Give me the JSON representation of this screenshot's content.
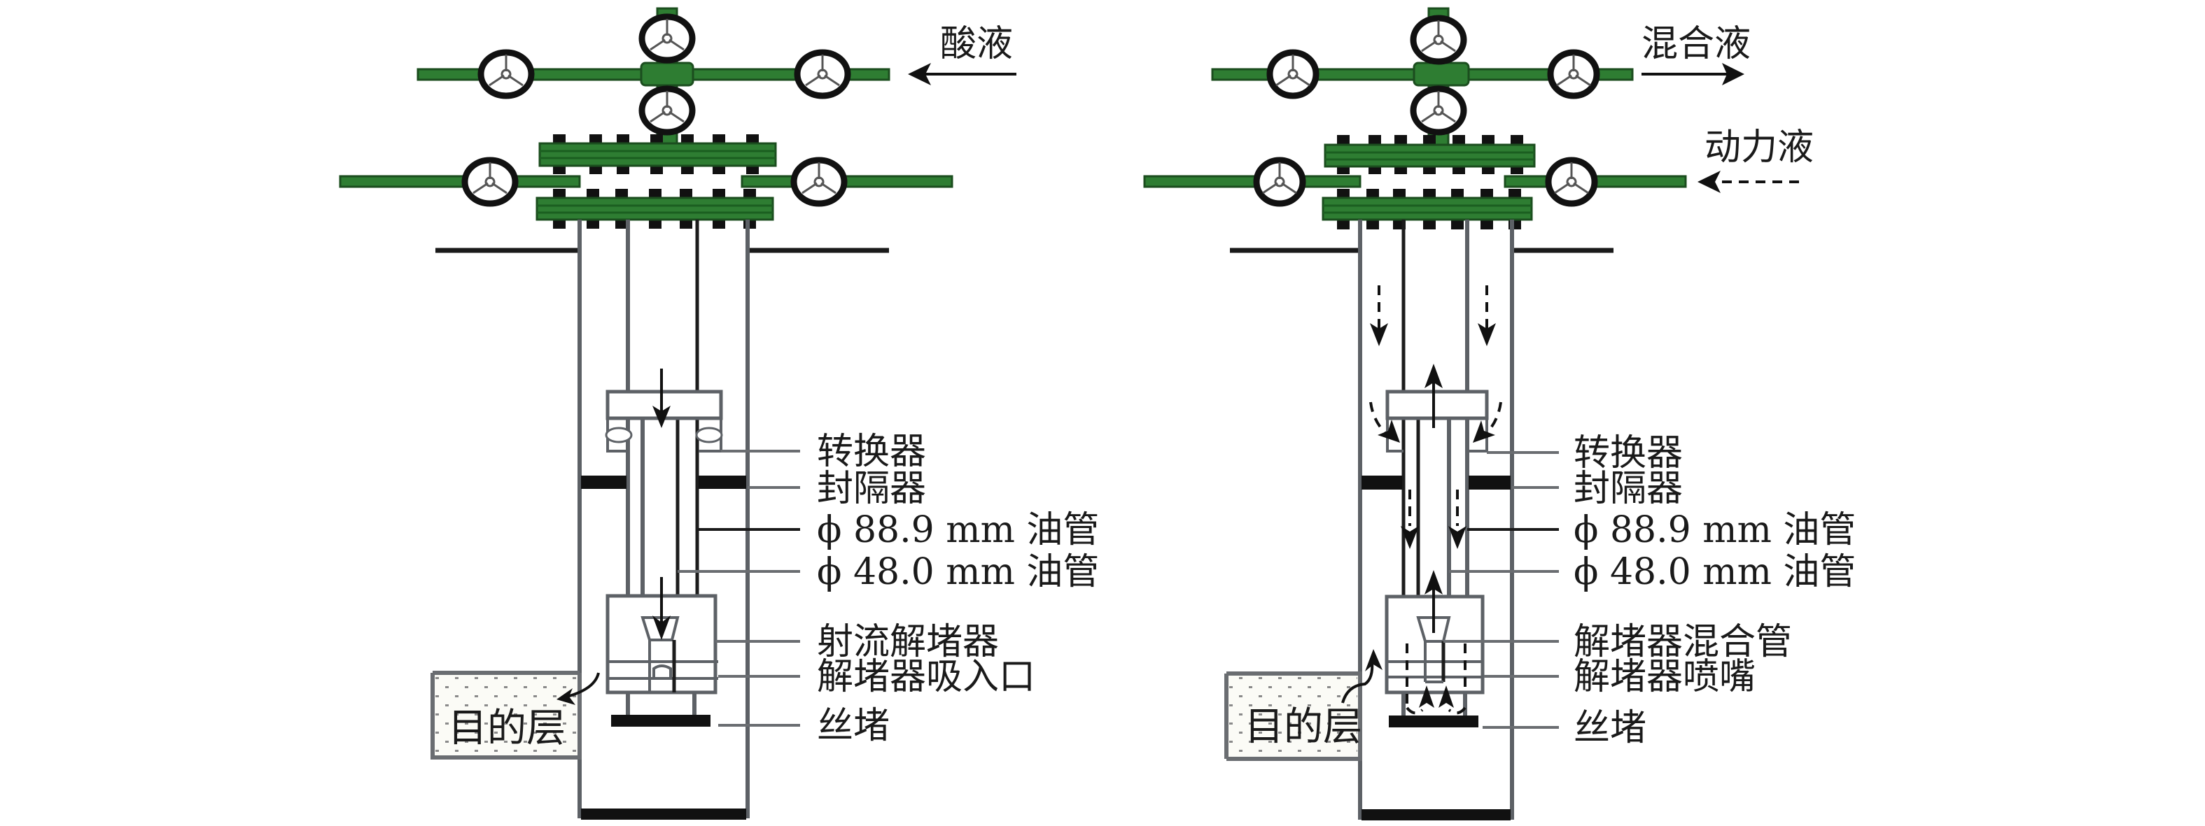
{
  "figure": {
    "left_panel": {
      "name": "acid injection process",
      "inlet_label": "酸液",
      "inlet_arrow": "solid, pointing left (into wellhead)",
      "target_zone_label": "目的层",
      "labels": [
        {
          "key": "converter",
          "text": "转换器"
        },
        {
          "key": "packer",
          "text": "封隔器"
        },
        {
          "key": "tubing_outer",
          "text": "ϕ 88.9 mm 油管"
        },
        {
          "key": "tubing_inner",
          "text": "ϕ 48.0 mm 油管"
        },
        {
          "key": "jet_pump",
          "text": "射流解堵器"
        },
        {
          "key": "suction_inlet",
          "text": "解堵器吸入口"
        },
        {
          "key": "plug",
          "text": "丝堵"
        }
      ]
    },
    "right_panel": {
      "name": "jet-pump backflow process",
      "outlet_label": "混合液",
      "outlet_arrow": "solid, pointing right (out of wellhead)",
      "power_fluid_label": "动力液",
      "power_fluid_arrow": "dashed, pointing left (into wellhead)",
      "target_zone_label": "目的层",
      "labels": [
        {
          "key": "converter",
          "text": "转换器"
        },
        {
          "key": "packer",
          "text": "封隔器"
        },
        {
          "key": "tubing_outer",
          "text": "ϕ 88.9 mm 油管"
        },
        {
          "key": "tubing_inner",
          "text": "ϕ 48.0 mm 油管"
        },
        {
          "key": "mixing_tube",
          "text": "解堵器混合管"
        },
        {
          "key": "nozzle",
          "text": "解堵器喷嘴"
        },
        {
          "key": "plug",
          "text": "丝堵"
        }
      ]
    },
    "colors": {
      "wellhead_green": "#2e7d32",
      "wellhead_outline": "#1b4d1e",
      "line_gray": "#5d6166",
      "ink": "#111111"
    }
  }
}
